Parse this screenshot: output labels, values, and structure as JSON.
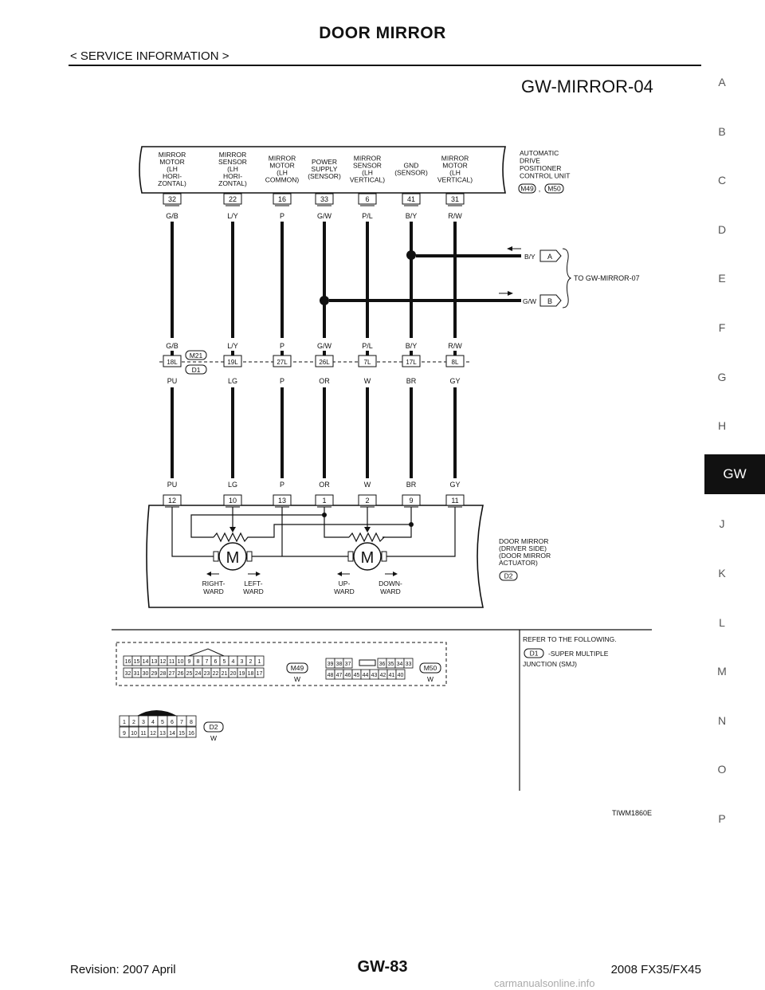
{
  "header": {
    "title": "DOOR MIRROR",
    "subtitle": "< SERVICE INFORMATION >"
  },
  "diagram": {
    "id": "GW-MIRROR-04",
    "unit": {
      "name": "AUTOMATIC DRIVE POSITIONER CONTROL UNIT",
      "lines": [
        "AUTOMATIC",
        "DRIVE",
        "POSITIONER",
        "CONTROL UNIT"
      ],
      "connectors": [
        "M49",
        "M50"
      ],
      "sep": ","
    },
    "circuits": [
      {
        "label": [
          "MIRROR",
          "MOTOR",
          "(LH",
          "HORI-",
          "ZONTAL)"
        ],
        "terminal": "32",
        "color_top": "G/B",
        "mid_top": "G/B",
        "joint": "18L",
        "color_bottom": "PU",
        "bottom_label": "PU",
        "bottom_terminal": "12"
      },
      {
        "label": [
          "MIRROR",
          "SENSOR",
          "(LH",
          "HORI-",
          "ZONTAL)"
        ],
        "terminal": "22",
        "color_top": "L/Y",
        "mid_top": "L/Y",
        "joint": "19L",
        "color_bottom": "LG",
        "bottom_label": "LG",
        "bottom_terminal": "10"
      },
      {
        "label": [
          "MIRROR",
          "MOTOR",
          "(LH",
          "COMMON)"
        ],
        "terminal": "16",
        "color_top": "P",
        "mid_top": "P",
        "joint": "27L",
        "color_bottom": "P",
        "bottom_label": "P",
        "bottom_terminal": "13"
      },
      {
        "label": [
          "POWER",
          "SUPPLY",
          "(SENSOR)"
        ],
        "terminal": "33",
        "color_top": "G/W",
        "mid_top": "G/W",
        "joint": "26L",
        "color_bottom": "OR",
        "bottom_label": "OR",
        "bottom_terminal": "1"
      },
      {
        "label": [
          "MIRROR",
          "SENSOR",
          "(LH",
          "VERTICAL)"
        ],
        "terminal": "6",
        "color_top": "P/L",
        "mid_top": "P/L",
        "joint": "7L",
        "color_bottom": "W",
        "bottom_label": "W",
        "bottom_terminal": "2"
      },
      {
        "label": [
          "GND",
          "(SENSOR)"
        ],
        "terminal": "41",
        "color_top": "B/Y",
        "mid_top": "B/Y",
        "joint": "17L",
        "color_bottom": "BR",
        "bottom_label": "BR",
        "bottom_terminal": "9"
      },
      {
        "label": [
          "MIRROR",
          "MOTOR",
          "(LH",
          "VERTICAL)"
        ],
        "terminal": "31",
        "color_top": "R/W",
        "mid_top": "R/W",
        "joint": "8L",
        "color_bottom": "GY",
        "bottom_label": "GY",
        "bottom_terminal": "11"
      }
    ],
    "branch_a": {
      "color": "B/Y",
      "tag": "A"
    },
    "branch_b": {
      "color": "G/W",
      "tag": "B"
    },
    "to_ref": "TO GW-MIRROR-07",
    "joint_connectors": [
      "M21",
      "D1"
    ],
    "actuator": {
      "lines": [
        "DOOR MIRROR",
        "(DRIVER SIDE)",
        "(DOOR MIRROR",
        "ACTUATOR)"
      ],
      "connector": "D2"
    },
    "motor_symbol": "M",
    "directions": [
      [
        "RIGHT-",
        "WARD"
      ],
      [
        "LEFT-",
        "WARD"
      ],
      [
        "UP-",
        "WARD"
      ],
      [
        "DOWN-",
        "WARD"
      ]
    ],
    "connector_views": {
      "m49": {
        "id": "M49",
        "color": "W",
        "row1": [
          "16",
          "15",
          "14",
          "13",
          "12",
          "11",
          "10",
          "9",
          "8",
          "7",
          "6",
          "5",
          "4",
          "3",
          "2",
          "1"
        ],
        "row2": [
          "32",
          "31",
          "30",
          "29",
          "28",
          "27",
          "26",
          "25",
          "24",
          "23",
          "22",
          "21",
          "20",
          "19",
          "18",
          "17"
        ]
      },
      "m50": {
        "id": "M50",
        "color": "W",
        "row1": [
          "39",
          "38",
          "37",
          "",
          "36",
          "35",
          "34",
          "33"
        ],
        "row2": [
          "48",
          "47",
          "46",
          "45",
          "44",
          "43",
          "42",
          "41",
          "40"
        ]
      },
      "d2": {
        "id": "D2",
        "color": "W",
        "row1": [
          "1",
          "2",
          "3",
          "4",
          "5",
          "6",
          "7",
          "8"
        ],
        "row2": [
          "9",
          "10",
          "11",
          "12",
          "13",
          "14",
          "15",
          "16"
        ]
      }
    },
    "refer": {
      "lines": [
        "REFER TO THE FOLLOWING."
      ],
      "item_conn": "D1",
      "item_text": "-SUPER MULTIPLE",
      "item_text2": "JUNCTION (SMJ)"
    },
    "figure_code": "TIWM1860E"
  },
  "side_index": [
    "A",
    "B",
    "C",
    "D",
    "E",
    "F",
    "G",
    "H",
    "GW",
    "J",
    "K",
    "L",
    "M",
    "N",
    "O",
    "P"
  ],
  "side_index_active": "GW",
  "footer": {
    "revision": "Revision: 2007 April",
    "page": "GW-83",
    "model": "2008 FX35/FX45",
    "watermark": "carmanualsonline.info"
  }
}
